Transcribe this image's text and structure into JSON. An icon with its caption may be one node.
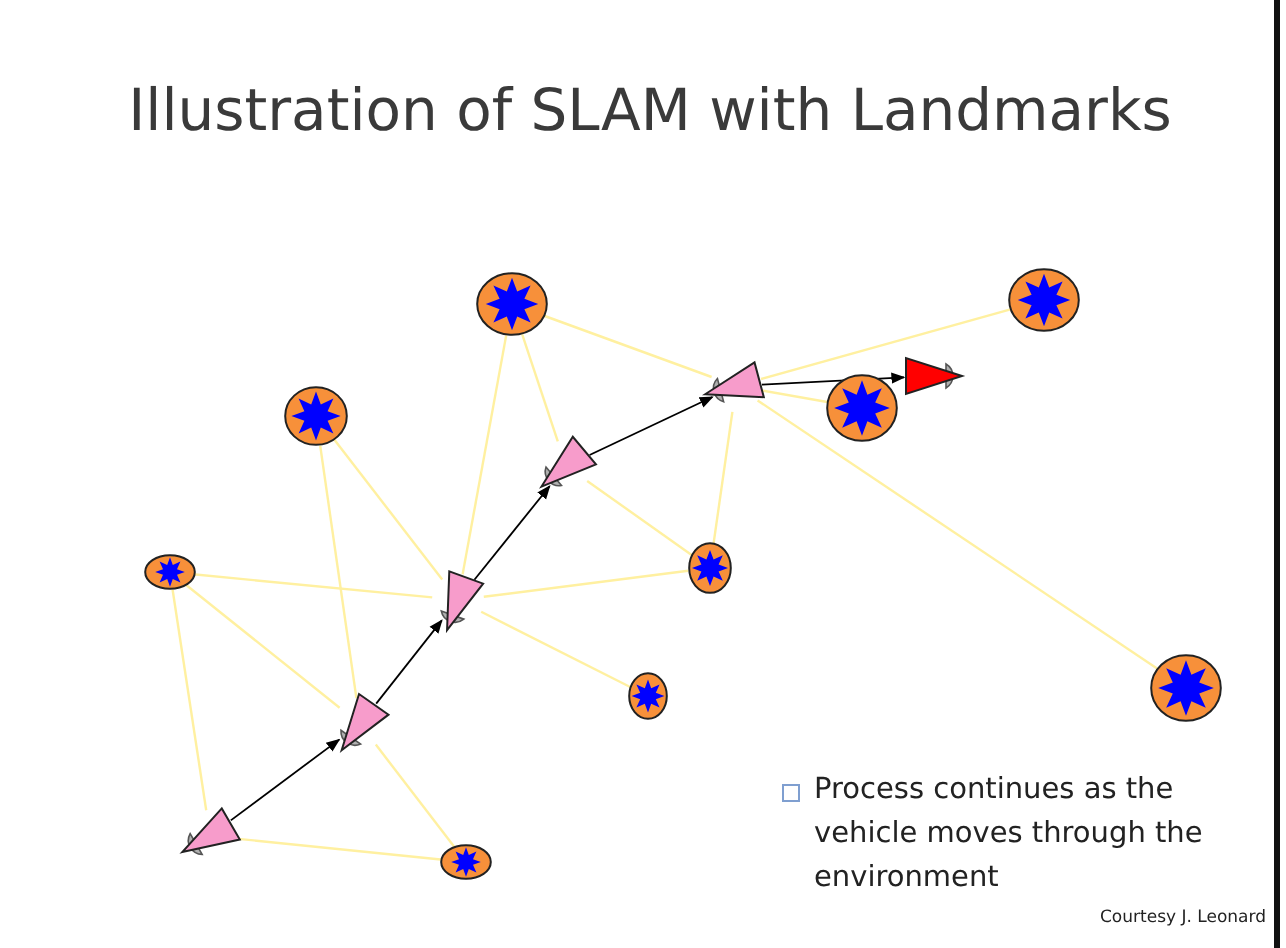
{
  "diagram": {
    "title": "Illustration of SLAM with Landmarks",
    "nodes": [
      {
        "text": [],
        "shape": "triangle"
      },
      {
        "text": [],
        "shape": "triangle"
      },
      {
        "text": [],
        "shape": "triangle"
      },
      {
        "text": [],
        "shape": "triangle"
      },
      {
        "text": [],
        "shape": "triangle"
      },
      {
        "text": [],
        "shape": "triangle"
      },
      {
        "text": [],
        "shape": "circle"
      },
      {
        "text": [],
        "shape": "circle"
      },
      {
        "text": [],
        "shape": "circle"
      },
      {
        "text": [],
        "shape": "circle"
      },
      {
        "text": [],
        "shape": "circle"
      },
      {
        "text": [],
        "shape": "circle"
      },
      {
        "text": [],
        "shape": "circle"
      },
      {
        "text": [],
        "shape": "circle"
      },
      {
        "text": [],
        "shape": "circle"
      }
    ],
    "edges": [
      {
        "from": 0,
        "to": 1,
        "arrow": "to",
        "color": "#000000"
      },
      {
        "from": 1,
        "to": 2,
        "arrow": "to",
        "color": "#000000"
      },
      {
        "from": 2,
        "to": 3,
        "arrow": "to",
        "color": "#000000"
      },
      {
        "from": 3,
        "to": 4,
        "arrow": "to",
        "color": "#000000"
      },
      {
        "from": 4,
        "to": 5,
        "arrow": "to",
        "color": "#000000"
      },
      {
        "from": 0,
        "to": 6,
        "arrow": "none"
      },
      {
        "from": 0,
        "to": 9,
        "arrow": "none"
      },
      {
        "from": 1,
        "to": 6,
        "arrow": "none"
      },
      {
        "from": 1,
        "to": 7,
        "arrow": "none"
      },
      {
        "from": 1,
        "to": 9,
        "arrow": "none"
      },
      {
        "from": 2,
        "to": 6,
        "arrow": "none"
      },
      {
        "from": 2,
        "to": 7,
        "arrow": "none"
      },
      {
        "from": 2,
        "to": 8,
        "arrow": "none"
      },
      {
        "from": 2,
        "to": 10,
        "arrow": "none"
      },
      {
        "from": 2,
        "to": 11,
        "arrow": "none"
      },
      {
        "from": 3,
        "to": 8,
        "arrow": "none"
      },
      {
        "from": 3,
        "to": 11,
        "arrow": "none"
      },
      {
        "from": 4,
        "to": 8,
        "arrow": "none"
      },
      {
        "from": 4,
        "to": 11,
        "arrow": "none"
      },
      {
        "from": 4,
        "to": 12,
        "arrow": "none"
      },
      {
        "from": 4,
        "to": 13,
        "arrow": "none"
      },
      {
        "from": 4,
        "to": 14,
        "arrow": "none"
      }
    ],
    "labels": [
      "Process continues as the vehicle moves through the environment",
      "Courtesy J. Leonard"
    ]
  }
}
